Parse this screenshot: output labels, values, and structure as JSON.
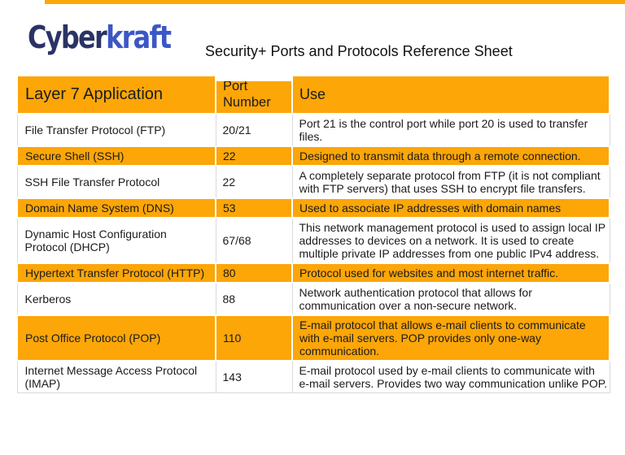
{
  "header": {
    "logo": {
      "part1": "Cyber",
      "part2": "kraft"
    },
    "title": "Security+ Ports and Protocols Reference Sheet"
  },
  "table": {
    "columns": [
      "Layer 7 Application",
      "Port Number",
      "Use"
    ],
    "rows": [
      {
        "app": "File Transfer Protocol (FTP)",
        "port": "20/21",
        "use": "Port 21 is the control port while port 20 is used to transfer files.",
        "highlight": false
      },
      {
        "app": "Secure Shell (SSH)",
        "port": "22",
        "use": "Designed to transmit data through a remote connection.",
        "highlight": true
      },
      {
        "app": "SSH File Transfer Protocol",
        "port": "22",
        "use": "A completely separate protocol from FTP (it is not compliant with FTP servers) that uses SSH to encrypt file transfers.",
        "highlight": false
      },
      {
        "app": "Domain Name System (DNS)",
        "port": "53",
        "use": "Used to associate IP addresses with domain names",
        "highlight": true
      },
      {
        "app": "Dynamic Host Configuration Protocol (DHCP)",
        "port": "67/68",
        "use": "This network management protocol is used to assign local IP addresses to devices on a network.  It is used to create multiple private IP addresses from one public IPv4 address.",
        "highlight": false
      },
      {
        "app": "Hypertext Transfer Protocol (HTTP)",
        "port": "80",
        "use": "Protocol used for websites and most internet traffic.",
        "highlight": true
      },
      {
        "app": "Kerberos",
        "port": "88",
        "use": "Network authentication protocol that allows for communication over a non-secure network.",
        "highlight": false
      },
      {
        "app": "Post Office Protocol (POP)",
        "port": "110",
        "use": "E-mail protocol that allows e-mail clients to communicate with e-mail servers.  POP provides only one-way communication.",
        "highlight": true
      },
      {
        "app": "Internet Message Access Protocol (IMAP)",
        "port": "143",
        "use": "E-mail protocol used by e-mail clients to communicate with e-mail servers. Provides two way communication unlike POP.",
        "highlight": false
      }
    ]
  },
  "colors": {
    "accent_orange": "#FCA608",
    "logo_navy": "#2A3364",
    "logo_blue": "#3B57C6",
    "text": "#1B1B1B",
    "grid_gray": "#D9D9D9"
  }
}
